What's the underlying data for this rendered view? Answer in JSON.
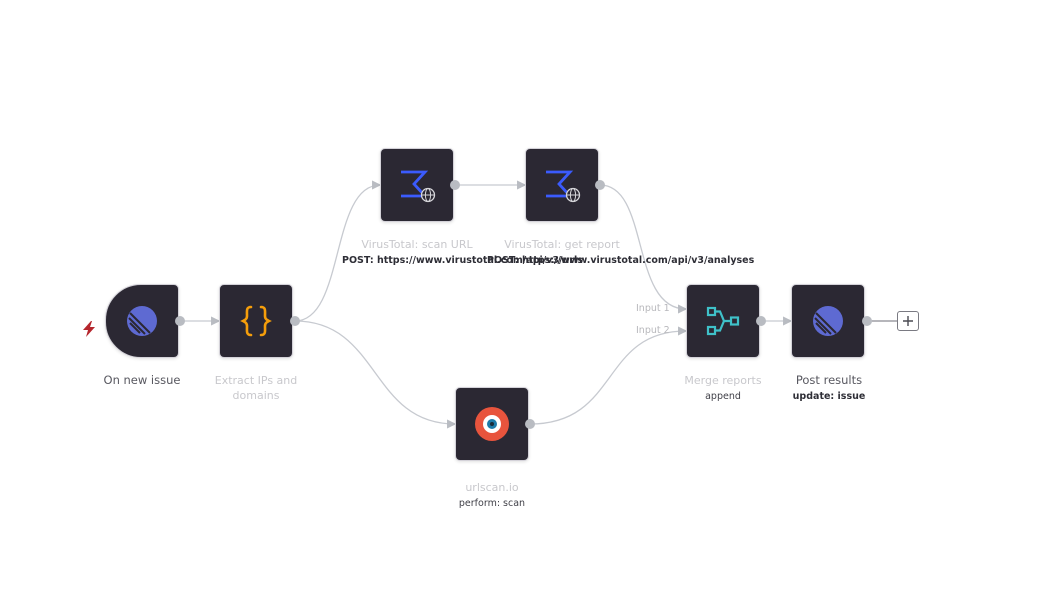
{
  "nodes": {
    "on_new_issue": {
      "title": "On new issue"
    },
    "extract": {
      "title_line1": "Extract IPs and",
      "title_line2": "domains"
    },
    "vt_scan_url": {
      "title": "VirusTotal: scan URL",
      "subtitle": "POST: https://www.virustotal.com/api/v3/urls"
    },
    "vt_get_report": {
      "title": "VirusTotal: get report",
      "subtitle": "POST: https://www.virustotal.com/api/v3/analyses"
    },
    "urlscan": {
      "title": "urlscan.io",
      "subtitle": "perform: scan"
    },
    "merge": {
      "title": "Merge reports",
      "subtitle": "append",
      "input1": "Input 1",
      "input2": "Input 2"
    },
    "post_results": {
      "title": "Post results",
      "subtitle": "update: issue"
    }
  },
  "icons": {
    "linear": "linear-icon",
    "code": "curly-braces-icon",
    "virustotal": "virustotal-sigma-icon",
    "urlscan": "urlscan-target-icon",
    "merge": "merge-icon",
    "trigger": "lightning-bolt-icon",
    "add": "plus-icon"
  },
  "colors": {
    "node_bg": "#2b2833",
    "linear": "#5e6ad2",
    "code": "#f59e0b",
    "virustotal": "#3b5bfd",
    "urlscan": "#e8543d",
    "merge": "#3fc1c9",
    "trigger": "#b5262d",
    "edge": "#c7cad0"
  }
}
